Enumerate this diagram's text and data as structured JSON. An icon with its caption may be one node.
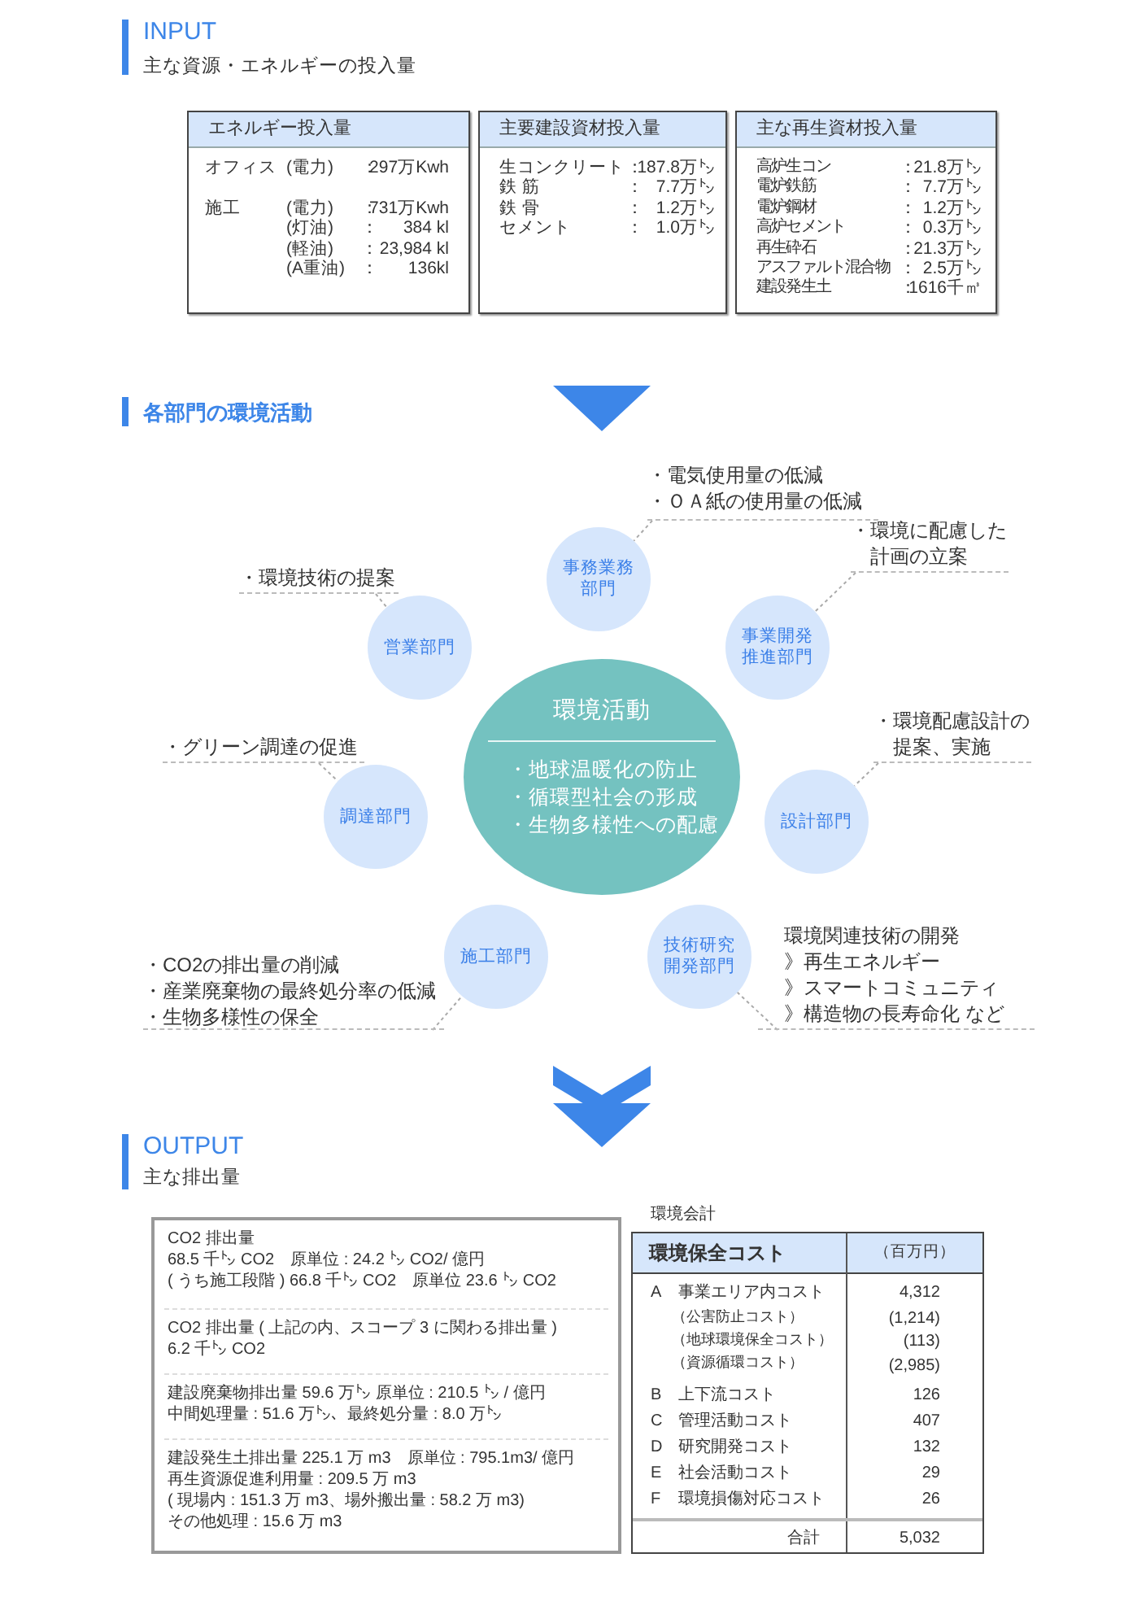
{
  "diagram": {
    "nodes": [
      {
        "text": [
          "エネルギー投入量",
          "オフィス",
          "(電力)",
          "：",
          "297万Kwh",
          "施工",
          "(電力)",
          "：",
          "731万Kwh",
          "(灯油)",
          "：",
          "384 kl",
          "(軽油)",
          "：",
          "23,984 kl",
          "(A重油)",
          "：",
          "136kl"
        ]
      },
      {
        "text": [
          "主要建設資材投入量",
          "生コンクリート",
          "：",
          "187.8万㌧",
          "鉄 筋",
          "：",
          "7.7万㌧",
          "鉄 骨",
          "：",
          "1.2万㌧",
          "セメント",
          "：",
          "1.0万㌧"
        ]
      },
      {
        "text": [
          "主な再生資材投入量",
          "高炉生コン",
          "：",
          "21.8万㌧",
          "電炉鉄筋",
          "：",
          "7.7万㌧",
          "電炉鋼材",
          "：",
          "1.2万㌧",
          "高炉セメント",
          "：",
          "0.3万㌧",
          "再生砕石",
          "：",
          "21.3万㌧",
          "アスファルト混合物",
          "：",
          "2.5万㌧",
          "建設発生土",
          "：",
          "1616千㎥"
        ]
      },
      {
        "text": [
          "・電気使用量の低減",
          "・ＯＡ紙の使用量の低減"
        ]
      },
      {
        "text": [
          "事務業務部門"
        ]
      },
      {
        "text": [
          "・環境に配慮した計画の立案"
        ]
      },
      {
        "text": [
          "・環境技術の提案"
        ]
      },
      {
        "text": [
          "営業部門"
        ]
      },
      {
        "text": [
          "事業開発推進部門"
        ]
      },
      {
        "text": [
          "環境活動",
          "・地球温暖化の防止",
          "・循環型社会の形成",
          "・生物多様性への配慮"
        ]
      },
      {
        "text": [
          "・グリーン調達の促進"
        ]
      },
      {
        "text": [
          "・環境配慮設計の提案、実施"
        ]
      },
      {
        "text": [
          "調達部門"
        ]
      },
      {
        "text": [
          "設計部門"
        ]
      },
      {
        "text": [
          "施工部門"
        ]
      },
      {
        "text": [
          "技術研究開発部門"
        ]
      },
      {
        "text": [
          "・CO2の排出量の削減",
          "・産業廃棄物の最終処分率の低減",
          "・生物多様性の保全"
        ]
      },
      {
        "text": [
          "環境関連技術の開発",
          "》再生エネルギー",
          "》スマートコミュニティ",
          "》構造物の長寿命化 など"
        ]
      },
      {
        "text": [
          "CO2 排出量",
          "68.5 千㌧ CO2　原単位 : 24.2 ㌧ CO2/ 億円",
          "( うち施工段階 ) 66.8 千㌧ CO2　原単位 23.6 ㌧ CO2",
          "CO2 排出量 ( 上記の内、スコープ 3 に関わる排出量 )",
          "6.2 千㌧ CO2",
          "建設廃棄物排出量 59.6 万㌧ 原単位 : 210.5 ㌧ / 億円",
          "中間処理量 : 51.6 万㌧、最終処分量 : 8.0 万㌧",
          "建設発生土排出量 225.1 万 m3　原単位 : 795.1m3/ 億円",
          "再生資源促進利用量 : 209.5 万 m3",
          "( 現場内 : 151.3 万 m3、場外搬出量 : 58.2 万 m3)",
          "その他処理 : 15.6 万 m3"
        ]
      },
      {
        "text": [
          "環境会計",
          "環境保全コスト",
          "（百万円）",
          "A",
          "事業エリア内コスト",
          "4,312",
          "（公害防止コスト）",
          "(1,214)",
          "（地球環境保全コスト）",
          "(113)",
          "（資源循環コスト）",
          "(2,985)",
          "B",
          "上下流コスト",
          "126",
          "C",
          "管理活動コスト",
          "407",
          "D",
          "研究開発コスト",
          "132",
          "E",
          "社会活動コスト",
          "29",
          "F",
          "環境損傷対応コスト",
          "26",
          "合計",
          "5,032"
        ]
      }
    ],
    "edges": [
      {
        "from": 3,
        "to": 4,
        "arrow": "none",
        "style": "dashed"
      },
      {
        "from": 5,
        "to": 8,
        "arrow": "none",
        "style": "dashed"
      },
      {
        "from": 6,
        "to": 7,
        "arrow": "none",
        "style": "dashed"
      },
      {
        "from": 10,
        "to": 12,
        "arrow": "none",
        "style": "dashed"
      },
      {
        "from": 11,
        "to": 13,
        "arrow": "none",
        "style": "dashed"
      },
      {
        "from": 16,
        "to": 14,
        "arrow": "none",
        "style": "dashed"
      },
      {
        "from": 17,
        "to": 15,
        "arrow": "none",
        "style": "dashed"
      }
    ],
    "labels": [
      "INPUT",
      "主な資源・エネルギーの投入量",
      "各部門の環境活動",
      "OUTPUT",
      "主な排出量"
    ]
  }
}
